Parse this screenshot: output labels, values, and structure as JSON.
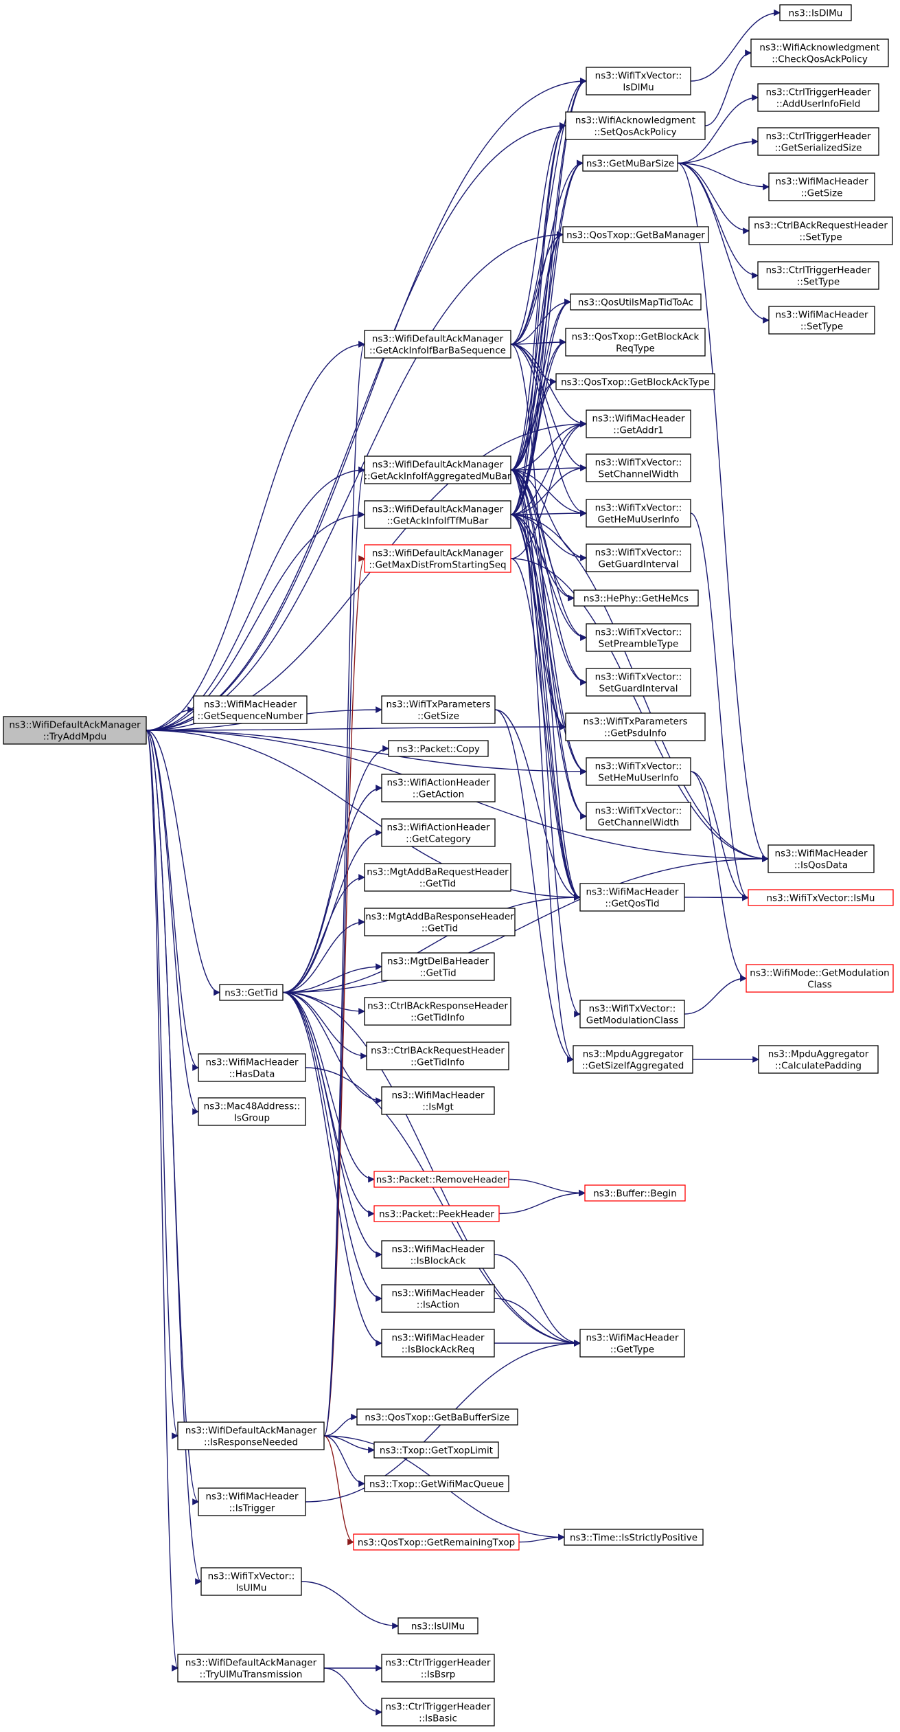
{
  "nodes": {
    "root": "ns3::WifiDefaultAckManager\n::TryAddMpdu",
    "GetSequenceNumber": "ns3::WifiMacHeader\n::GetSequenceNumber",
    "GetTid": "ns3::GetTid",
    "HasData": "ns3::WifiMacHeader\n::HasData",
    "IsGroup": "ns3::Mac48Address::\nIsGroup",
    "IsResponseNeeded": "ns3::WifiDefaultAckManager\n::IsResponseNeeded",
    "IsTrigger": "ns3::WifiMacHeader\n::IsTrigger",
    "IsUlMuVec": "ns3::WifiTxVector::\nIsUlMu",
    "TryUlMu": "ns3::WifiDefaultAckManager\n::TryUlMuTransmission",
    "GetAckBar": "ns3::WifiDefaultAckManager\n::GetAckInfoIfBarBaSequence",
    "GetAckAgg": "ns3::WifiDefaultAckManager\n::GetAckInfoIfAggregatedMuBar",
    "GetAckTf": "ns3::WifiDefaultAckManager\n::GetAckInfoIfTfMuBar",
    "GetMaxDist": "ns3::WifiDefaultAckManager\n::GetMaxDistFromStartingSeq",
    "TxParamsGetSize": "ns3::WifiTxParameters\n::GetSize",
    "PacketCopy": "ns3::Packet::Copy",
    "ActionGetAction": "ns3::WifiActionHeader\n::GetAction",
    "ActionGetCategory": "ns3::WifiActionHeader\n::GetCategory",
    "AddBaReqTid": "ns3::MgtAddBaRequestHeader\n::GetTid",
    "AddBaRespTid": "ns3::MgtAddBaResponseHeader\n::GetTid",
    "DelBaTid": "ns3::MgtDelBaHeader\n::GetTid",
    "BAckRespTidInfo": "ns3::CtrlBAckResponseHeader\n::GetTidInfo",
    "BAckReqTidInfo": "ns3::CtrlBAckRequestHeader\n::GetTidInfo",
    "IsMgt": "ns3::WifiMacHeader\n::IsMgt",
    "RemoveHeader": "ns3::Packet::RemoveHeader",
    "PeekHeader": "ns3::Packet::PeekHeader",
    "IsBlockAck": "ns3::WifiMacHeader\n::IsBlockAck",
    "IsAction": "ns3::WifiMacHeader\n::IsAction",
    "IsBlockAckReq": "ns3::WifiMacHeader\n::IsBlockAckReq",
    "GetBaBufferSize": "ns3::QosTxop::GetBaBufferSize",
    "GetTxopLimit": "ns3::Txop::GetTxopLimit",
    "GetWifiMacQueue": "ns3::Txop::GetWifiMacQueue",
    "GetRemainingTxop": "ns3::QosTxop::GetRemainingTxop",
    "IsUlMu": "ns3::IsUlMu",
    "IsBsrp": "ns3::CtrlTriggerHeader\n::IsBsrp",
    "IsBasic": "ns3::CtrlTriggerHeader\n::IsBasic",
    "VecIsDlMu": "ns3::WifiTxVector::\nIsDlMu",
    "SetQosAckPolicy": "ns3::WifiAcknowledgment\n::SetQosAckPolicy",
    "GetMuBarSize": "ns3::GetMuBarSize",
    "GetBaManager": "ns3::QosTxop::GetBaManager",
    "MapTidToAc": "ns3::QosUtilsMapTidToAc",
    "GetBlockAckReqType": "ns3::QosTxop::GetBlockAck\nReqType",
    "GetBlockAckType": "ns3::QosTxop::GetBlockAckType",
    "GetAddr1": "ns3::WifiMacHeader\n::GetAddr1",
    "SetChannelWidth": "ns3::WifiTxVector::\nSetChannelWidth",
    "GetHeMuUserInfo": "ns3::WifiTxVector::\nGetHeMuUserInfo",
    "GetGuardInterval": "ns3::WifiTxVector::\nGetGuardInterval",
    "GetHeMcs": "ns3::HePhy::GetHeMcs",
    "SetPreambleType": "ns3::WifiTxVector::\nSetPreambleType",
    "SetGuardInterval": "ns3::WifiTxVector::\nSetGuardInterval",
    "GetPsduInfo": "ns3::WifiTxParameters\n::GetPsduInfo",
    "SetHeMuUserInfo": "ns3::WifiTxVector::\nSetHeMuUserInfo",
    "GetChannelWidth": "ns3::WifiTxVector::\nGetChannelWidth",
    "GetQosTid": "ns3::WifiMacHeader\n::GetQosTid",
    "GetModulationClass": "ns3::WifiTxVector::\nGetModulationClass",
    "GetSizeIfAggregated": "ns3::MpduAggregator\n::GetSizeIfAggregated",
    "BufferBegin": "ns3::Buffer::Begin",
    "GetType": "ns3::WifiMacHeader\n::GetType",
    "TimeIsStrictlyPositive": "ns3::Time::IsStrictlyPositive",
    "IsDlMu": "ns3::IsDlMu",
    "CheckQosAckPolicy": "ns3::WifiAcknowledgment\n::CheckQosAckPolicy",
    "AddUserInfoField": "ns3::CtrlTriggerHeader\n::AddUserInfoField",
    "TrigGetSerializedSize": "ns3::CtrlTriggerHeader\n::GetSerializedSize",
    "MacHdrGetSize": "ns3::WifiMacHeader\n::GetSize",
    "BAckReqSetType": "ns3::CtrlBAckRequestHeader\n::SetType",
    "TrigSetType": "ns3::CtrlTriggerHeader\n::SetType",
    "MacHdrSetType": "ns3::WifiMacHeader\n::SetType",
    "IsQosData": "ns3::WifiMacHeader\n::IsQosData",
    "VecIsMu": "ns3::WifiTxVector::IsMu",
    "ModeGetModClass": "ns3::WifiMode::GetModulation\nClass",
    "CalculatePadding": "ns3::MpduAggregator\n::CalculatePadding"
  },
  "redNodes": [
    "GetMaxDist",
    "RemoveHeader",
    "PeekHeader",
    "BufferBegin",
    "GetRemainingTxop",
    "VecIsMu",
    "ModeGetModClass"
  ],
  "edges": [
    [
      "root",
      "GetSequenceNumber"
    ],
    [
      "root",
      "GetTid"
    ],
    [
      "root",
      "HasData"
    ],
    [
      "root",
      "IsGroup"
    ],
    [
      "root",
      "IsResponseNeeded"
    ],
    [
      "root",
      "IsTrigger"
    ],
    [
      "root",
      "IsUlMuVec"
    ],
    [
      "root",
      "TryUlMu"
    ],
    [
      "root",
      "GetAckBar"
    ],
    [
      "root",
      "GetAckAgg"
    ],
    [
      "root",
      "GetAckTf"
    ],
    [
      "root",
      "TxParamsGetSize"
    ],
    [
      "root",
      "VecIsDlMu"
    ],
    [
      "root",
      "SetQosAckPolicy"
    ],
    [
      "root",
      "GetBaManager"
    ],
    [
      "root",
      "GetAddr1"
    ],
    [
      "root",
      "GetPsduInfo"
    ],
    [
      "root",
      "GetQosTid"
    ],
    [
      "root",
      "IsQosData"
    ],
    [
      "root",
      "SetHeMuUserInfo"
    ],
    [
      "GetTid",
      "PacketCopy"
    ],
    [
      "GetTid",
      "ActionGetAction"
    ],
    [
      "GetTid",
      "ActionGetCategory"
    ],
    [
      "GetTid",
      "AddBaReqTid"
    ],
    [
      "GetTid",
      "AddBaRespTid"
    ],
    [
      "GetTid",
      "DelBaTid"
    ],
    [
      "GetTid",
      "BAckRespTidInfo"
    ],
    [
      "GetTid",
      "BAckReqTidInfo"
    ],
    [
      "GetTid",
      "IsMgt"
    ],
    [
      "GetTid",
      "RemoveHeader"
    ],
    [
      "GetTid",
      "PeekHeader"
    ],
    [
      "GetTid",
      "IsBlockAck"
    ],
    [
      "GetTid",
      "IsAction"
    ],
    [
      "GetTid",
      "IsBlockAckReq"
    ],
    [
      "GetTid",
      "GetType"
    ],
    [
      "GetTid",
      "GetQosTid"
    ],
    [
      "GetTid",
      "IsQosData"
    ],
    [
      "HasData",
      "GetType"
    ],
    [
      "IsResponseNeeded",
      "GetBaBufferSize"
    ],
    [
      "IsResponseNeeded",
      "GetTxopLimit"
    ],
    [
      "IsResponseNeeded",
      "GetWifiMacQueue"
    ],
    [
      "IsResponseNeeded",
      "GetRemainingTxop",
      "red"
    ],
    [
      "IsResponseNeeded",
      "TimeIsStrictlyPositive"
    ],
    [
      "IsResponseNeeded",
      "GetMaxDist",
      "red"
    ],
    [
      "IsResponseNeeded",
      "GetAckBar"
    ],
    [
      "IsResponseNeeded",
      "GetAckAgg"
    ],
    [
      "IsTrigger",
      "GetType"
    ],
    [
      "IsUlMuVec",
      "IsUlMu"
    ],
    [
      "TryUlMu",
      "IsBsrp"
    ],
    [
      "TryUlMu",
      "IsBasic"
    ],
    [
      "GetRemainingTxop",
      "TimeIsStrictlyPositive"
    ],
    [
      "RemoveHeader",
      "BufferBegin"
    ],
    [
      "PeekHeader",
      "BufferBegin"
    ],
    [
      "IsBlockAck",
      "GetType"
    ],
    [
      "IsAction",
      "GetType"
    ],
    [
      "IsBlockAckReq",
      "GetType"
    ],
    [
      "GetAckBar",
      "VecIsDlMu"
    ],
    [
      "GetAckBar",
      "SetQosAckPolicy"
    ],
    [
      "GetAckBar",
      "GetBaManager"
    ],
    [
      "GetAckBar",
      "MapTidToAc"
    ],
    [
      "GetAckBar",
      "GetBlockAckReqType"
    ],
    [
      "GetAckBar",
      "GetBlockAckType"
    ],
    [
      "GetAckBar",
      "GetAddr1"
    ],
    [
      "GetAckBar",
      "GetMuBarSize"
    ],
    [
      "GetAckBar",
      "GetQosTid"
    ],
    [
      "GetAckBar",
      "SetChannelWidth"
    ],
    [
      "GetAckBar",
      "GetHeMuUserInfo"
    ],
    [
      "GetAckAgg",
      "VecIsDlMu"
    ],
    [
      "GetAckAgg",
      "SetQosAckPolicy"
    ],
    [
      "GetAckAgg",
      "GetMuBarSize"
    ],
    [
      "GetAckAgg",
      "GetBaManager"
    ],
    [
      "GetAckAgg",
      "MapTidToAc"
    ],
    [
      "GetAckAgg",
      "GetBlockAckReqType"
    ],
    [
      "GetAckAgg",
      "GetBlockAckType"
    ],
    [
      "GetAckAgg",
      "GetAddr1"
    ],
    [
      "GetAckAgg",
      "SetChannelWidth"
    ],
    [
      "GetAckAgg",
      "GetHeMuUserInfo"
    ],
    [
      "GetAckAgg",
      "GetGuardInterval"
    ],
    [
      "GetAckAgg",
      "GetHeMcs"
    ],
    [
      "GetAckAgg",
      "SetPreambleType"
    ],
    [
      "GetAckAgg",
      "SetGuardInterval"
    ],
    [
      "GetAckAgg",
      "GetPsduInfo"
    ],
    [
      "GetAckAgg",
      "SetHeMuUserInfo"
    ],
    [
      "GetAckAgg",
      "GetChannelWidth"
    ],
    [
      "GetAckAgg",
      "GetQosTid"
    ],
    [
      "GetAckAgg",
      "GetModulationClass"
    ],
    [
      "GetAckAgg",
      "GetSizeIfAggregated"
    ],
    [
      "GetAckTf",
      "VecIsDlMu"
    ],
    [
      "GetAckTf",
      "SetQosAckPolicy"
    ],
    [
      "GetAckTf",
      "GetMuBarSize"
    ],
    [
      "GetAckTf",
      "GetBaManager"
    ],
    [
      "GetAckTf",
      "MapTidToAc"
    ],
    [
      "GetAckTf",
      "GetBlockAckReqType"
    ],
    [
      "GetAckTf",
      "GetBlockAckType"
    ],
    [
      "GetAckTf",
      "GetAddr1"
    ],
    [
      "GetAckTf",
      "SetChannelWidth"
    ],
    [
      "GetAckTf",
      "GetHeMuUserInfo"
    ],
    [
      "GetAckTf",
      "GetGuardInterval"
    ],
    [
      "GetAckTf",
      "GetHeMcs"
    ],
    [
      "GetAckTf",
      "SetPreambleType"
    ],
    [
      "GetAckTf",
      "SetGuardInterval"
    ],
    [
      "GetAckTf",
      "GetPsduInfo"
    ],
    [
      "GetAckTf",
      "SetHeMuUserInfo"
    ],
    [
      "GetAckTf",
      "GetChannelWidth"
    ],
    [
      "GetAckTf",
      "GetQosTid"
    ],
    [
      "GetAckTf",
      "IsQosData"
    ],
    [
      "GetMaxDist",
      "GetAddr1"
    ],
    [
      "GetMaxDist",
      "GetQosTid"
    ],
    [
      "GetMaxDist",
      "IsQosData"
    ],
    [
      "TxParamsGetSize",
      "GetSizeIfAggregated"
    ],
    [
      "TxParamsGetSize",
      "GetQosTid"
    ],
    [
      "VecIsDlMu",
      "IsDlMu"
    ],
    [
      "SetQosAckPolicy",
      "CheckQosAckPolicy"
    ],
    [
      "GetMuBarSize",
      "AddUserInfoField"
    ],
    [
      "GetMuBarSize",
      "TrigGetSerializedSize"
    ],
    [
      "GetMuBarSize",
      "MacHdrGetSize"
    ],
    [
      "GetMuBarSize",
      "BAckReqSetType"
    ],
    [
      "GetMuBarSize",
      "TrigSetType"
    ],
    [
      "GetMuBarSize",
      "MacHdrSetType"
    ],
    [
      "GetMuBarSize",
      "IsQosData"
    ],
    [
      "GetHeMuUserInfo",
      "VecIsMu"
    ],
    [
      "SetHeMuUserInfo",
      "VecIsMu"
    ],
    [
      "SetHeMuUserInfo",
      "ModeGetModClass"
    ],
    [
      "GetQosTid",
      "VecIsMu"
    ],
    [
      "GetModulationClass",
      "ModeGetModClass"
    ],
    [
      "GetSizeIfAggregated",
      "CalculatePadding"
    ]
  ]
}
